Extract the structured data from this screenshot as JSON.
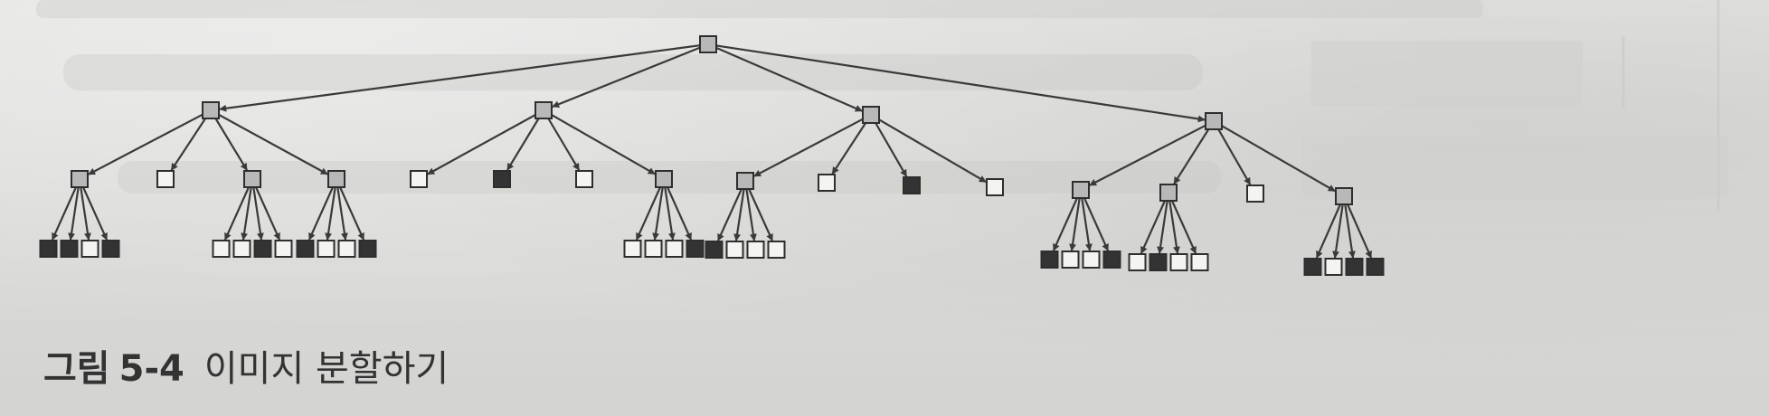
{
  "figure": {
    "caption_label": "그림",
    "caption_number": "5-4",
    "caption_title": "이미지 분할하기"
  },
  "legend_colors": {
    "internal": "#b8b8b8",
    "black": "#333333",
    "white": "#f4f4f2",
    "edge": "#3a3a3a"
  },
  "tree": {
    "kind": "internal",
    "children": [
      {
        "kind": "internal",
        "children": [
          {
            "kind": "internal",
            "children": [
              {
                "kind": "black"
              },
              {
                "kind": "black"
              },
              {
                "kind": "white"
              },
              {
                "kind": "black"
              }
            ]
          },
          {
            "kind": "white"
          },
          {
            "kind": "internal",
            "children": [
              {
                "kind": "white"
              },
              {
                "kind": "white"
              },
              {
                "kind": "black"
              },
              {
                "kind": "white"
              }
            ]
          },
          {
            "kind": "internal",
            "children": [
              {
                "kind": "black"
              },
              {
                "kind": "white"
              },
              {
                "kind": "white"
              },
              {
                "kind": "black"
              }
            ]
          }
        ]
      },
      {
        "kind": "internal",
        "children": [
          {
            "kind": "white"
          },
          {
            "kind": "black"
          },
          {
            "kind": "white"
          },
          {
            "kind": "internal",
            "children": [
              {
                "kind": "white"
              },
              {
                "kind": "white"
              },
              {
                "kind": "white"
              },
              {
                "kind": "black"
              }
            ]
          }
        ]
      },
      {
        "kind": "internal",
        "children": [
          {
            "kind": "internal",
            "children": [
              {
                "kind": "black"
              },
              {
                "kind": "white"
              },
              {
                "kind": "white"
              },
              {
                "kind": "white"
              }
            ]
          },
          {
            "kind": "white"
          },
          {
            "kind": "black"
          },
          {
            "kind": "white"
          }
        ]
      },
      {
        "kind": "internal",
        "children": [
          {
            "kind": "internal",
            "children": [
              {
                "kind": "black"
              },
              {
                "kind": "white"
              },
              {
                "kind": "white"
              },
              {
                "kind": "black"
              }
            ]
          },
          {
            "kind": "internal",
            "children": [
              {
                "kind": "white"
              },
              {
                "kind": "black"
              },
              {
                "kind": "white"
              },
              {
                "kind": "white"
              }
            ]
          },
          {
            "kind": "white"
          },
          {
            "kind": "internal",
            "children": [
              {
                "kind": "black"
              },
              {
                "kind": "white"
              },
              {
                "kind": "black"
              },
              {
                "kind": "black"
              }
            ]
          }
        ]
      }
    ]
  }
}
